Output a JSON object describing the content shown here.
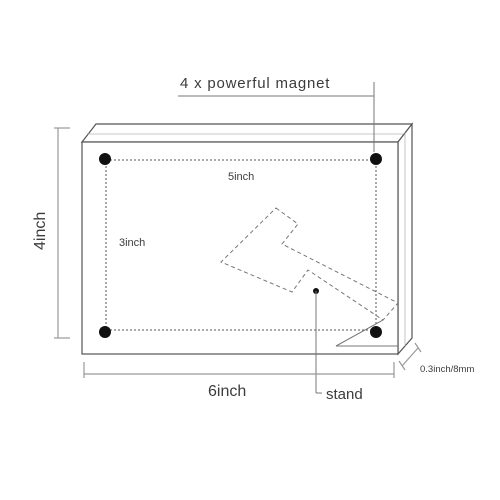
{
  "labels": {
    "magnet": "4 x powerful magnet",
    "inner_width": "5inch",
    "inner_height": "3inch",
    "height": "4inch",
    "width": "6inch",
    "thickness": "0.3inch/8mm",
    "stand": "stand"
  },
  "colors": {
    "line": "#555555",
    "dim": "#9a9a9a",
    "magnet": "#111111",
    "text": "#3c3c3c"
  }
}
